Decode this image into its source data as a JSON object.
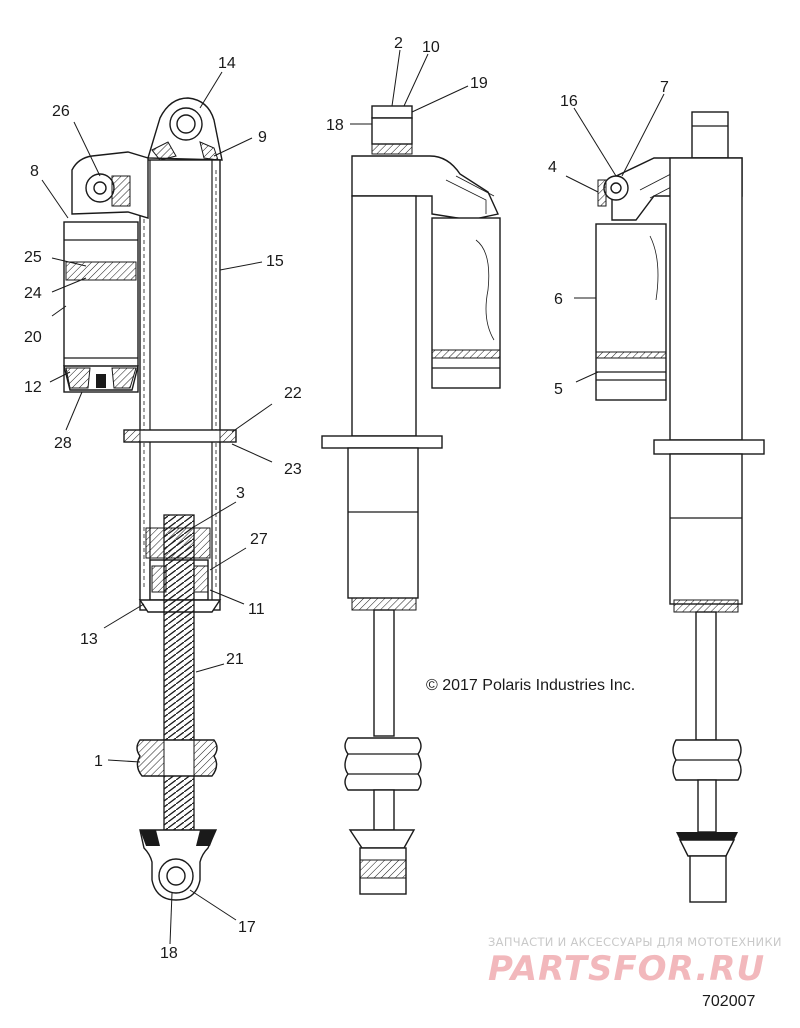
{
  "callouts": {
    "c1": "1",
    "c2": "2",
    "c3": "3",
    "c4": "4",
    "c5": "5",
    "c6": "6",
    "c7": "7",
    "c8": "8",
    "c9": "9",
    "c10": "10",
    "c11": "11",
    "c12": "12",
    "c13": "13",
    "c14": "14",
    "c15": "15",
    "c16": "16",
    "c17": "17",
    "c18a": "18",
    "c18b": "18",
    "c19": "19",
    "c20": "20",
    "c21": "21",
    "c22": "22",
    "c23": "23",
    "c24": "24",
    "c25": "25",
    "c26": "26",
    "c27": "27",
    "c28": "28"
  },
  "copyright": "© 2017 Polaris Industries Inc.",
  "diagram_id": "702007",
  "watermark": {
    "subtitle": "ЗАПЧАСТИ И АКСЕССУАРЫ ДЛЯ МОТОТЕХНИКИ",
    "logo": "PARTSFOR.RU"
  },
  "colors": {
    "line": "#1a1a1a",
    "watermark_logo": "#f2b8bc",
    "watermark_sub": "#c9c9c9"
  }
}
